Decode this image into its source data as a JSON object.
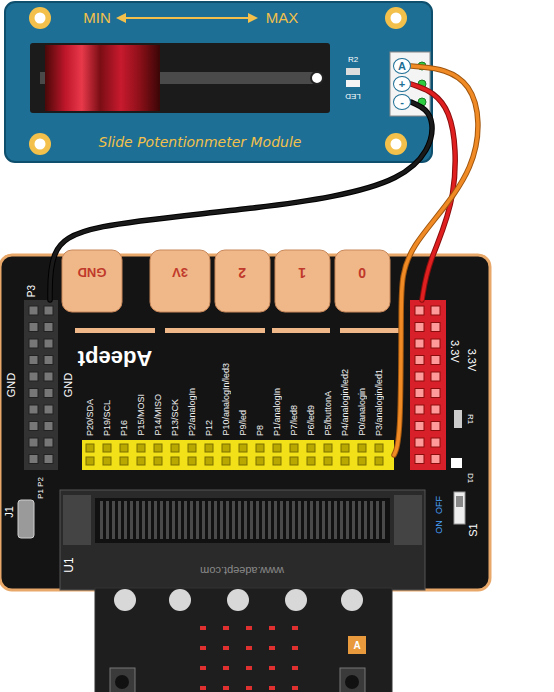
{
  "diagram": {
    "nodes": [
      {
        "text": [
          "Slide Potentionmeter Module"
        ]
      },
      {
        "text": [
          "A"
        ],
        "in": 0
      },
      {
        "text": [
          "+"
        ],
        "in": 0
      },
      {
        "text": [
          "-"
        ],
        "in": 0
      },
      {
        "text": [
          "Adeept"
        ]
      },
      {
        "text": [
          "P3"
        ],
        "in": 4
      },
      {
        "text": [
          "3.3V"
        ],
        "in": 4
      },
      {
        "text": [
          "P20/SDA",
          "P19/SCL",
          "P16",
          "P15/MOSI",
          "P14/MISO",
          "P13/SCK",
          "P2/analogIn",
          "P12",
          "P10/analogIn/led3",
          "P9/led",
          "P8",
          "P1/analogIn",
          "P7/led8",
          "P6/led9",
          "P5/buttonA",
          "P4/analogin/led2",
          "P0/analogin",
          "P3/analogin/led1"
        ],
        "in": 4
      }
    ],
    "edges": [
      {
        "from": 3,
        "to": 5,
        "arrow": "none"
      },
      {
        "from": 2,
        "to": 6,
        "arrow": "none"
      },
      {
        "from": 1,
        "to": 7,
        "arrow": "none"
      }
    ],
    "labels": [
      "MIN",
      "MAX",
      "R2",
      "LED",
      "GND",
      "3V",
      "2",
      "1",
      "0",
      "GND",
      "GND",
      "J1",
      "P1 P2",
      "3.3V",
      "R1",
      "D1",
      "S1",
      "ON",
      "OFF",
      "U1",
      "www.adeept.com",
      "A"
    ]
  }
}
